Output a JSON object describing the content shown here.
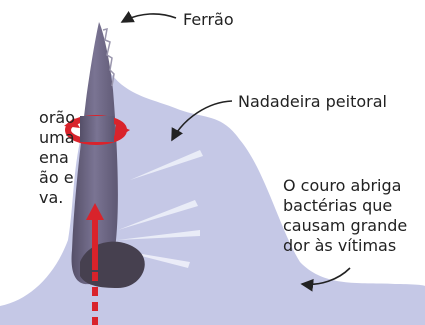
{
  "labels": {
    "ferrao": "Ferrão",
    "nadadeira": "Nadadeira peitoral",
    "couro": [
      "O couro abriga",
      "bactérias que",
      "causam grande",
      "dor às vítimas"
    ],
    "cut_off": [
      "orão",
      "uma",
      "ena",
      "ão e",
      "va."
    ]
  },
  "colors": {
    "fin": "#c5c8e6",
    "fin_shade": "#eef0f9",
    "spine": "#6b6681",
    "spine_dark": "#46404f",
    "arrow": "#d9232b",
    "annotation_line": "#222222"
  }
}
